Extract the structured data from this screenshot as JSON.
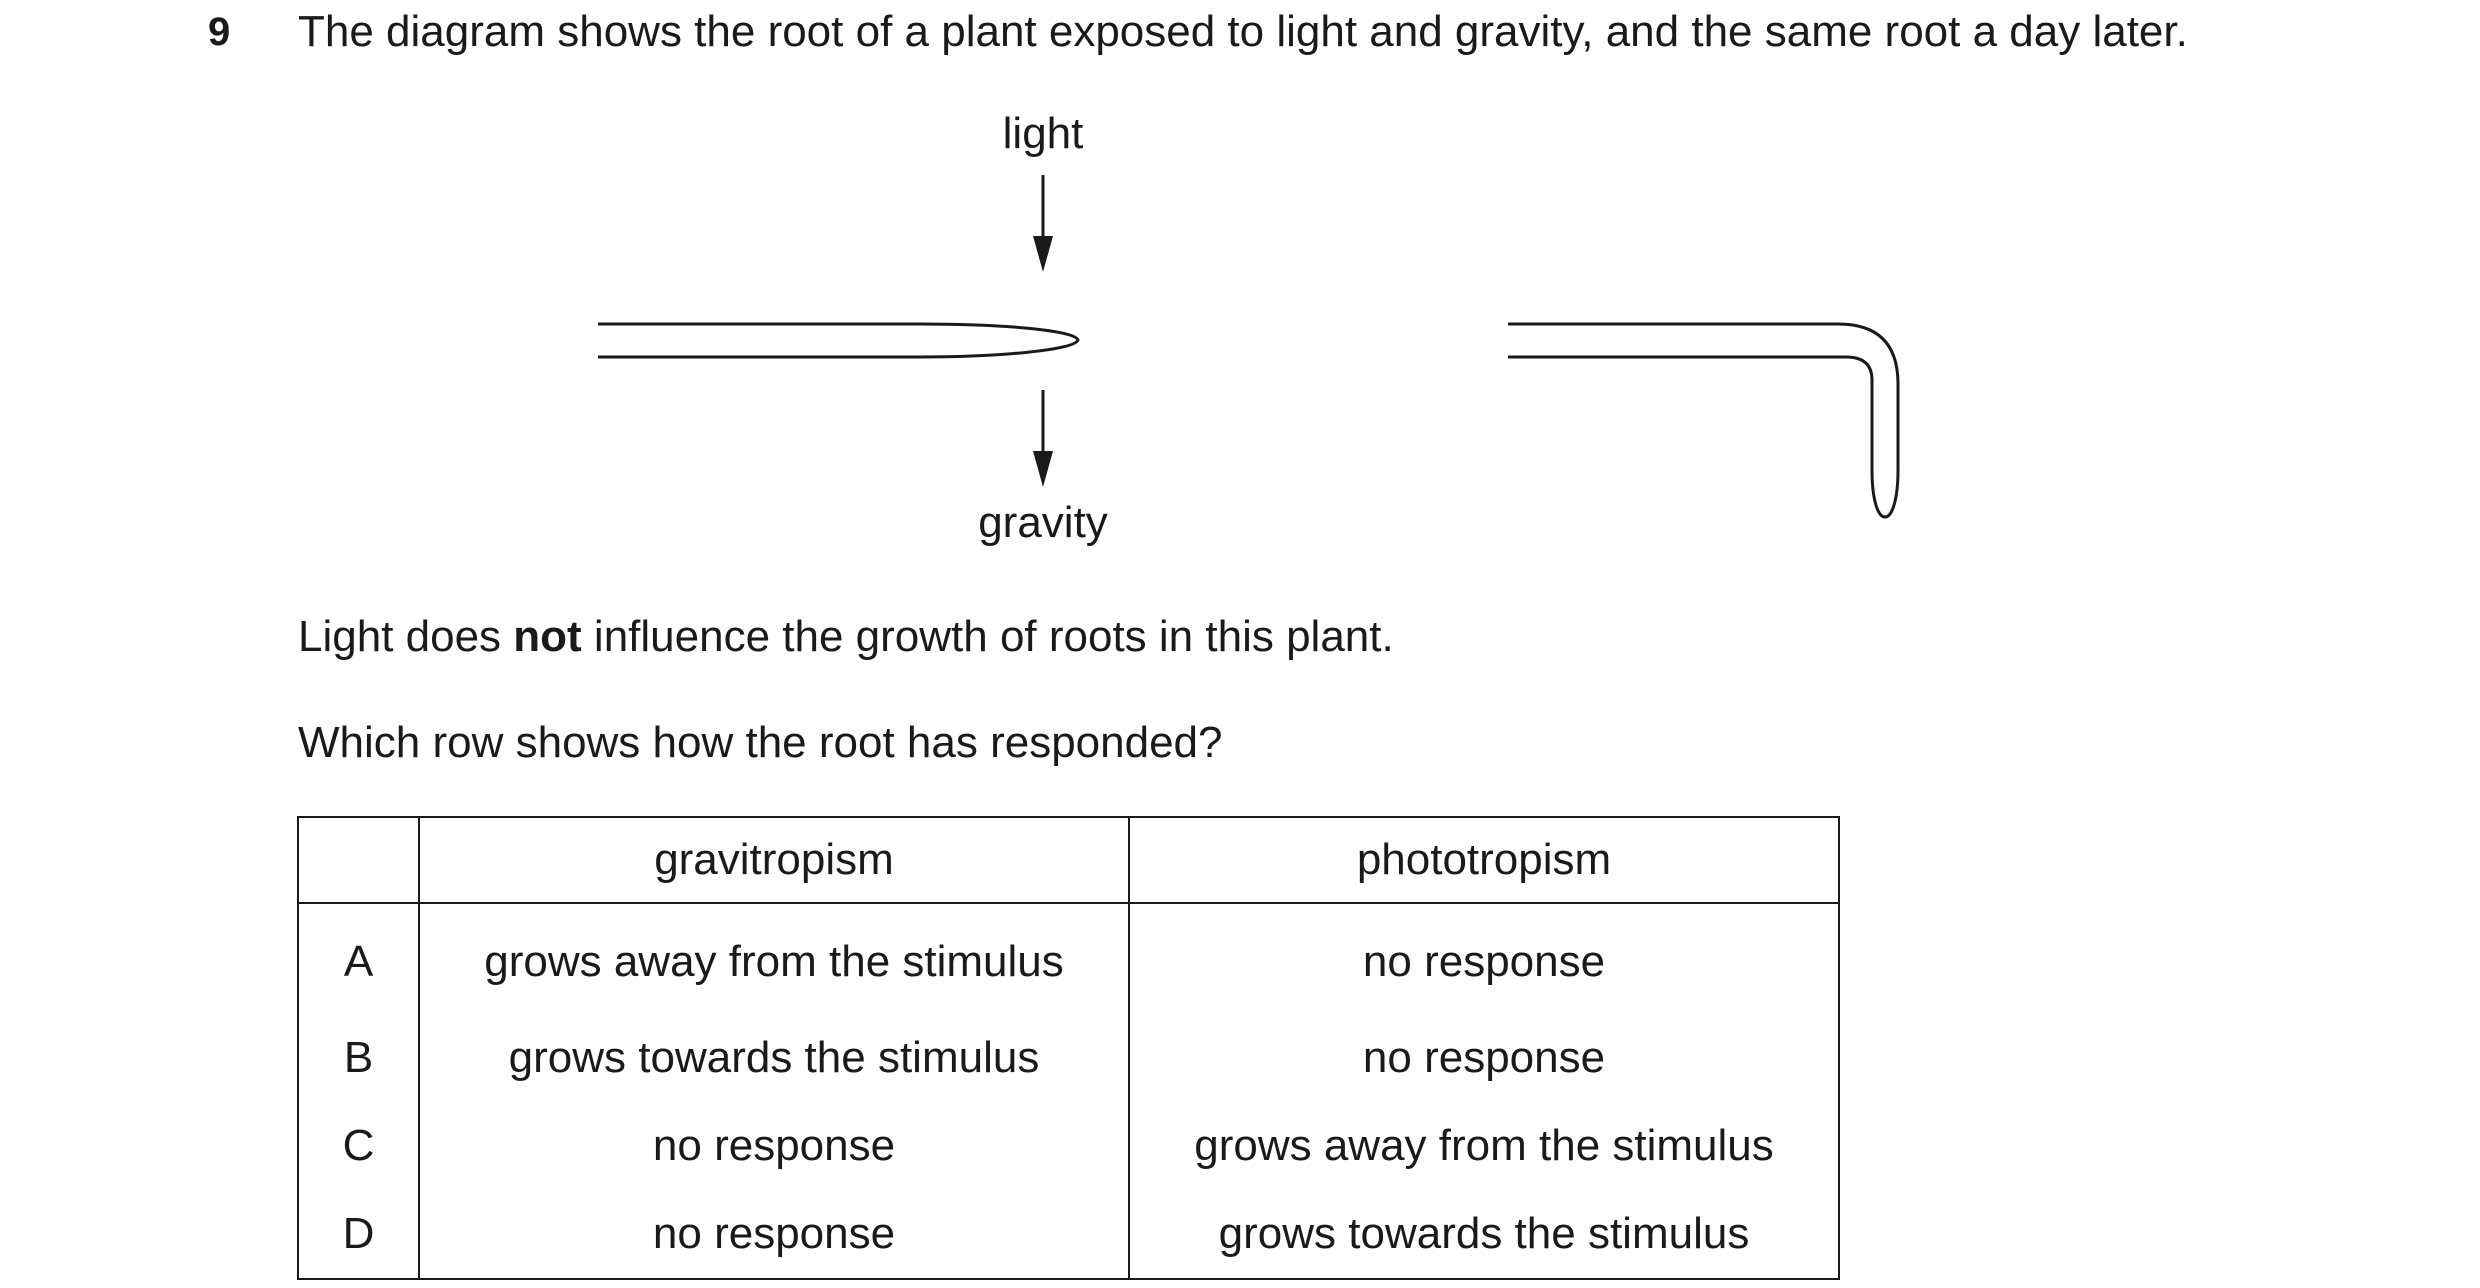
{
  "question": {
    "number": "9",
    "stem": "The diagram shows the root of a plant exposed to light and gravity, and the same root a day later.",
    "note_before": "Light does ",
    "note_bold": "not",
    "note_after": " influence the growth of roots in this plant.",
    "prompt": "Which row shows how the root has responded?"
  },
  "diagram": {
    "light_label": "light",
    "gravity_label": "gravity"
  },
  "table": {
    "headers": [
      "",
      "gravitropism",
      "phototropism"
    ],
    "rows": [
      {
        "letter": "A",
        "gravitropism": "grows away from the stimulus",
        "phototropism": "no response"
      },
      {
        "letter": "B",
        "gravitropism": "grows towards the stimulus",
        "phototropism": "no response"
      },
      {
        "letter": "C",
        "gravitropism": "no response",
        "phototropism": "grows away from the stimulus"
      },
      {
        "letter": "D",
        "gravitropism": "no response",
        "phototropism": "grows towards the stimulus"
      }
    ]
  }
}
